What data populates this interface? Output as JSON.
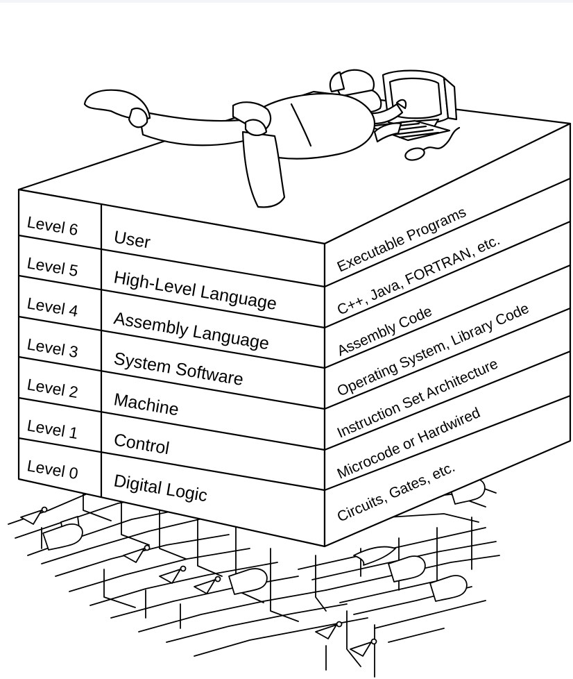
{
  "levels": [
    {
      "level": "Level 6",
      "name": "User",
      "description": "Executable Programs"
    },
    {
      "level": "Level 5",
      "name": "High-Level Language",
      "description": "C++, Java, FORTRAN, etc."
    },
    {
      "level": "Level 4",
      "name": "Assembly Language",
      "description": "Assembly Code"
    },
    {
      "level": "Level 3",
      "name": "System Software",
      "description": "Operating System, Library Code"
    },
    {
      "level": "Level 2",
      "name": "Machine",
      "description": "Instruction Set Architecture"
    },
    {
      "level": "Level 1",
      "name": "Control",
      "description": "Microcode or Hardwired"
    },
    {
      "level": "Level 0",
      "name": "Digital Logic",
      "description": "Circuits, Gates, etc."
    }
  ],
  "illustration": {
    "top": "person-at-computer-icon",
    "bottom": "logic-circuit-icon"
  }
}
